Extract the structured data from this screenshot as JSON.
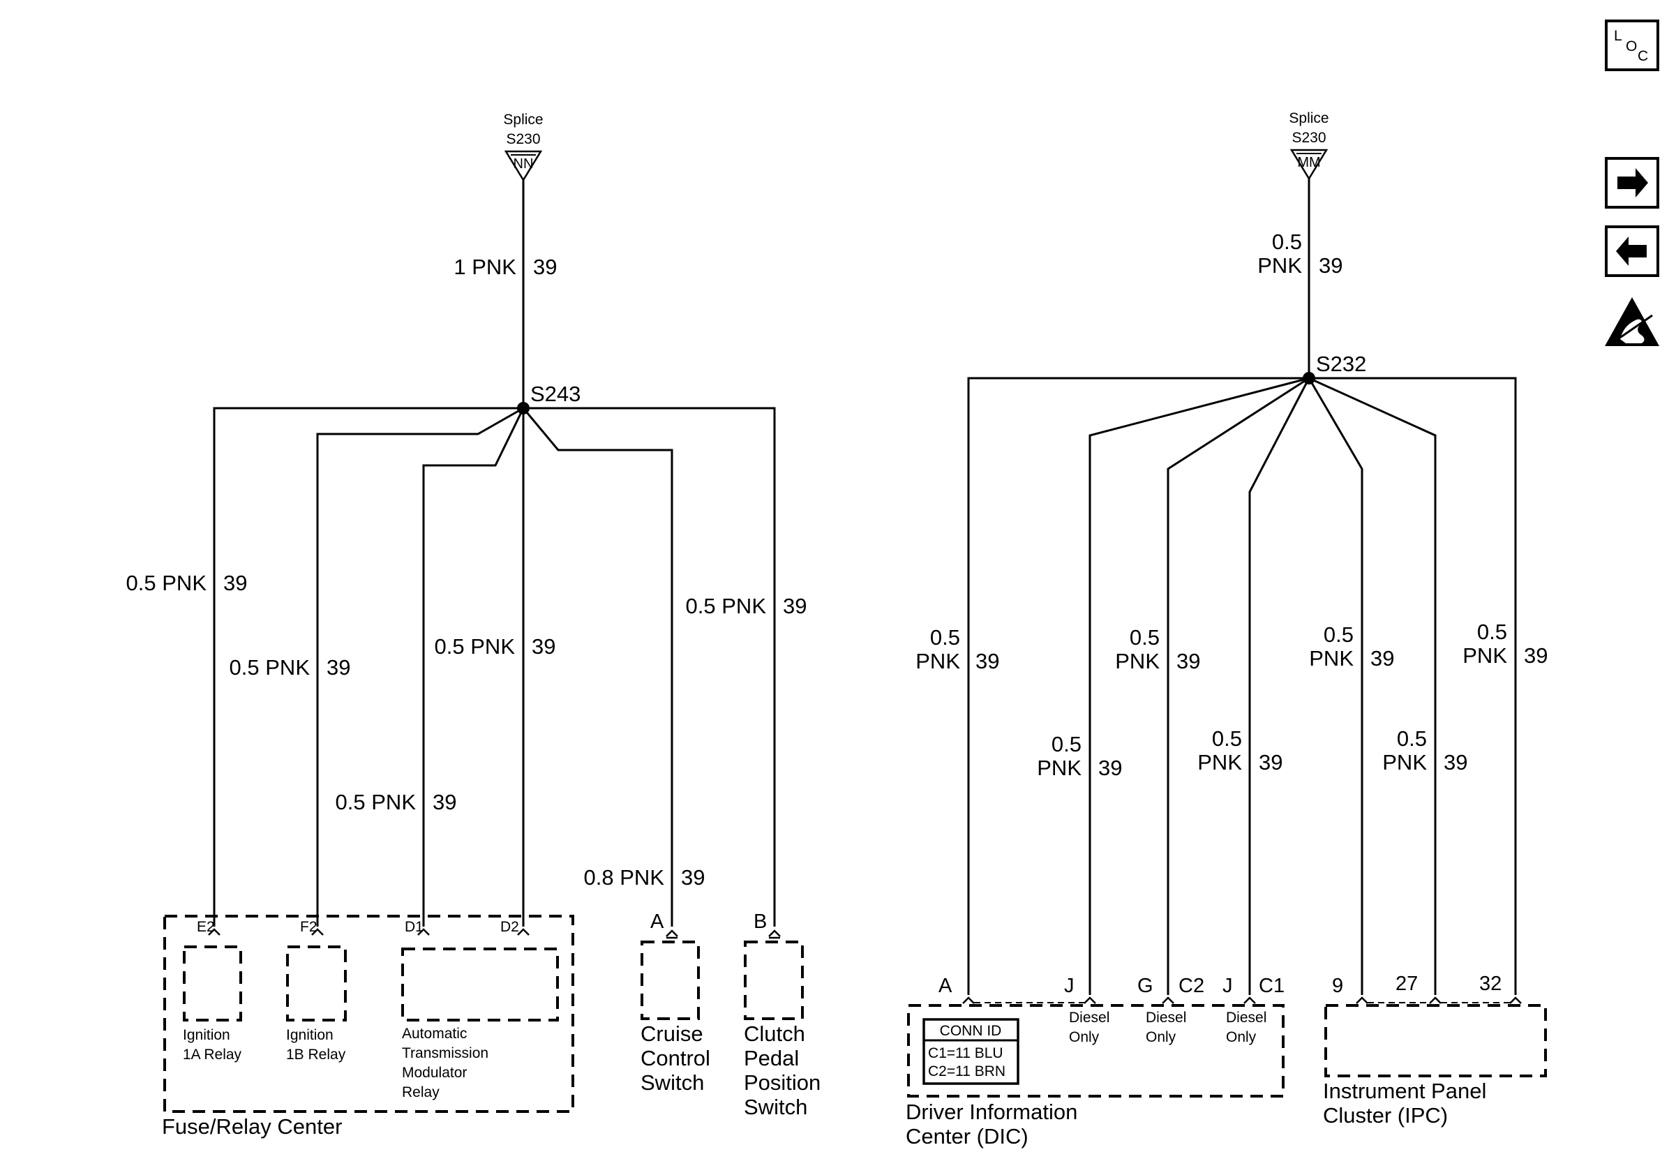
{
  "nav": {
    "loc_l": "L",
    "loc_o": "O",
    "loc_c": "C",
    "next_icon": "right-arrow",
    "prev_icon": "left-arrow",
    "esd_icon": "esd-warning-hand"
  },
  "left": {
    "splice_label": "Splice",
    "splice_id": "S230",
    "splice_conn": "NN",
    "main_wire": "1 PNK",
    "main_circuit": "39",
    "node": "S243",
    "branches": [
      {
        "wire": "0.5 PNK",
        "circuit": "39"
      },
      {
        "wire": "0.5 PNK",
        "circuit": "39"
      },
      {
        "wire": "0.5 PNK",
        "circuit": "39"
      },
      {
        "wire": "0.5 PNK",
        "circuit": "39"
      },
      {
        "wire": "0.8 PNK",
        "circuit": "39"
      },
      {
        "wire": "0.5 PNK",
        "circuit": "39"
      }
    ],
    "pins": [
      "E2",
      "F2",
      "D1",
      "D2",
      "A",
      "B"
    ],
    "fuse_relay_center": "Fuse/Relay Center",
    "relay_1a": [
      "Ignition",
      "1A Relay"
    ],
    "relay_1b": [
      "Ignition",
      "1B Relay"
    ],
    "atm_relay": [
      "Automatic",
      "Transmission",
      "Modulator",
      "Relay"
    ],
    "cruise": [
      "Cruise",
      "Control",
      "Switch"
    ],
    "clutch": [
      "Clutch",
      "Pedal",
      "Position",
      "Switch"
    ]
  },
  "right": {
    "splice_label": "Splice",
    "splice_id": "S230",
    "splice_conn": "MM",
    "main_wire_top": "0.5",
    "main_wire_bot": "PNK",
    "main_circuit": "39",
    "node": "S232",
    "branches": [
      {
        "size": "0.5",
        "color": "PNK",
        "circuit": "39"
      },
      {
        "size": "0.5",
        "color": "PNK",
        "circuit": "39"
      },
      {
        "size": "0.5",
        "color": "PNK",
        "circuit": "39"
      },
      {
        "size": "0.5",
        "color": "PNK",
        "circuit": "39"
      },
      {
        "size": "0.5",
        "color": "PNK",
        "circuit": "39"
      },
      {
        "size": "0.5",
        "color": "PNK",
        "circuit": "39"
      },
      {
        "size": "0.5",
        "color": "PNK",
        "circuit": "39"
      }
    ],
    "pins": [
      "A",
      "J",
      "G",
      "C2",
      "J",
      "C1",
      "9",
      "27",
      "32"
    ],
    "diesel_only": [
      "Diesel",
      "Only"
    ],
    "conn_id_title": "CONN ID",
    "conn_id_c1": "C1=11 BLU",
    "conn_id_c2": "C2=11 BRN",
    "dic": [
      "Driver Information",
      "Center (DIC)"
    ],
    "ipc": [
      "Instrument Panel",
      "Cluster (IPC)"
    ]
  }
}
